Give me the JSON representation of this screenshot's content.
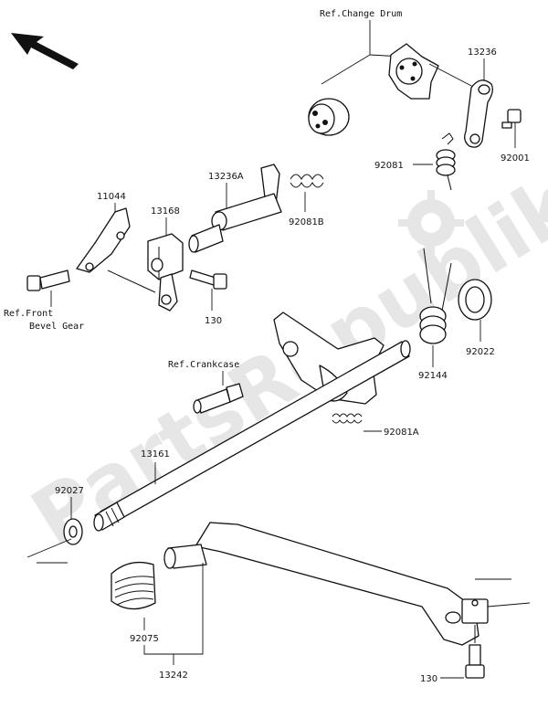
{
  "watermark": "PartsRepublik",
  "refs": {
    "change_drum": "Ref.Change Drum",
    "front_bevel_line1": "Ref.Front",
    "front_bevel_line2": "Bevel Gear",
    "crankcase": "Ref.Crankcase"
  },
  "parts": {
    "p13236": "13236",
    "p92001": "92001",
    "p92081": "92081",
    "p13236A": "13236A",
    "p92081B": "92081B",
    "p11044": "11044",
    "p13168": "13168",
    "p130_top": "130",
    "p92022": "92022",
    "p92144": "92144",
    "p92081A": "92081A",
    "p13161": "13161",
    "p92027": "92027",
    "p92075": "92075",
    "p13242": "13242",
    "p130_bottom": "130"
  }
}
